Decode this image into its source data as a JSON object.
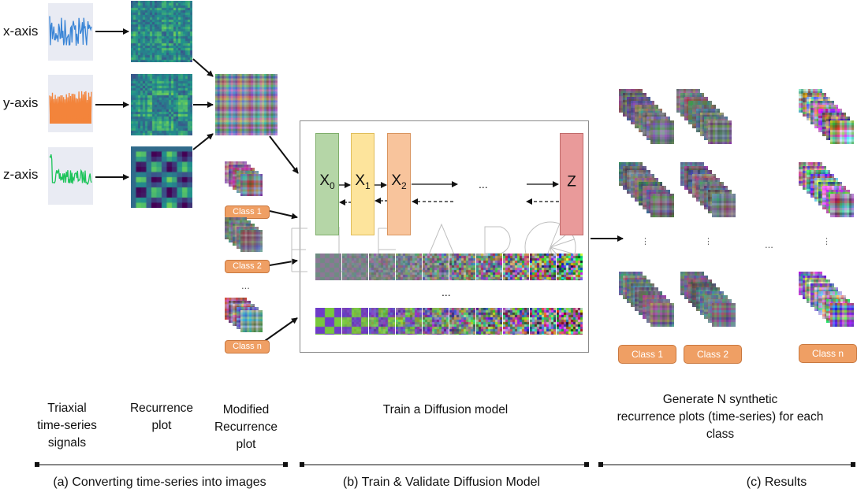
{
  "signals": [
    {
      "axis_label": "x-axis",
      "color": "#3a85d6"
    },
    {
      "axis_label": "y-axis",
      "color": "#f3843b"
    },
    {
      "axis_label": "z-axis",
      "color": "#1dc45a"
    }
  ],
  "colors": {
    "x0_block": "#b5d6a7",
    "x1_block": "#fde49c",
    "x2_block": "#f8c49c",
    "z_block": "#e99a9a",
    "class_tag": "#ef9f64",
    "viridis_dark": "#3b5a8e",
    "viridis_mid": "#21918c",
    "viridis_light": "#b5de2b"
  },
  "training_classes": [
    {
      "label": "Class 1"
    },
    {
      "label": "Class 2"
    },
    {
      "label": "Class n"
    }
  ],
  "training_ellipsis": "...",
  "diffusion": {
    "blocks": [
      {
        "name": "X",
        "subscript": "0"
      },
      {
        "name": "X",
        "subscript": "1"
      },
      {
        "name": "X",
        "subscript": "2"
      },
      {
        "name": "Z",
        "subscript": ""
      }
    ],
    "chain_ellipsis": "...",
    "rows_ellipsis": "...",
    "noise_steps": 10
  },
  "results": {
    "classes": [
      {
        "label": "Class 1"
      },
      {
        "label": "Class 2"
      },
      {
        "label": "Class n"
      }
    ],
    "column_ellipsis": "..."
  },
  "captions": {
    "triaxial": [
      "Triaxial",
      "time-series",
      "signals"
    ],
    "recurrence": [
      "Recurrence",
      "plot"
    ],
    "modified": [
      "Modified",
      "Recurrence",
      "plot"
    ],
    "train": "Train a Diffusion model",
    "generate": [
      "Generate N synthetic",
      "recurrence plots (time-series) for each",
      "class"
    ]
  },
  "sections": [
    {
      "title": "(a) Converting time-series into images"
    },
    {
      "title": "(b) Train & Validate Diffusion Model"
    },
    {
      "title": "(c) Results"
    }
  ],
  "watermark": "ELEARO"
}
